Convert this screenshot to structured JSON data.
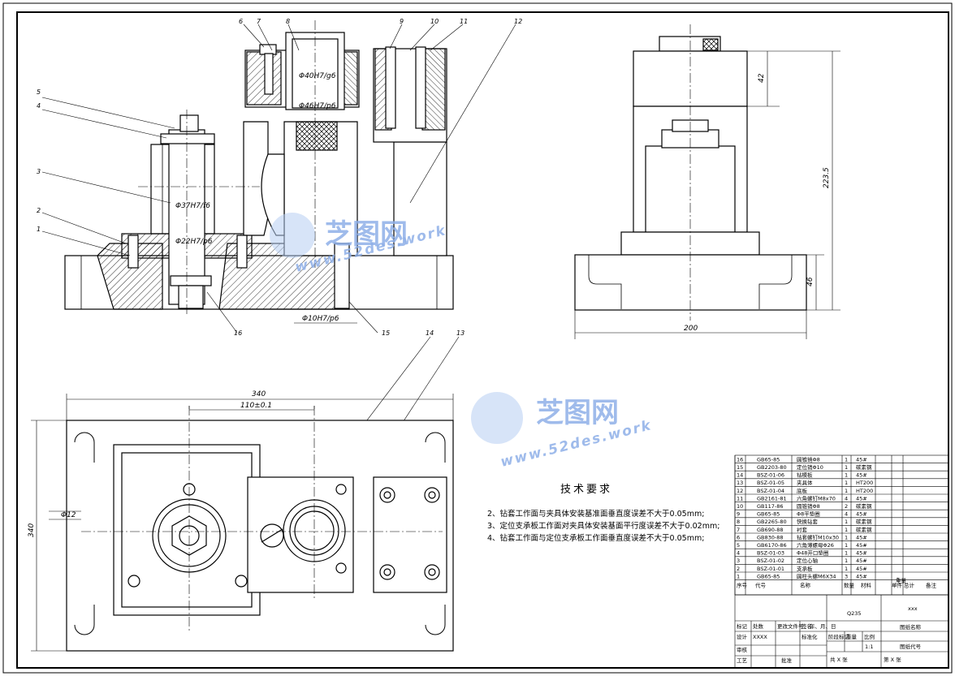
{
  "drawing": {
    "tech_title": "技术要求",
    "tech_lines": [
      "2、钻套工作面与夹具体安装基准面垂直度误差不大于0.05mm;",
      "3、定位支承板工作面对夹具体安装基面平行度误差不大于0.02mm;",
      "4、钻套工作面与定位支承板工作面垂直度误差不大于0.05mm;"
    ],
    "front_dims": [
      "Φ40H7/g6",
      "Φ46H7/p6",
      "Φ37H7/f6",
      "Φ22H7/p6",
      "Φ10H7/p6"
    ],
    "side_dims": [
      "42",
      "223.5",
      "46",
      "200"
    ],
    "plan_dims": [
      "340",
      "110±0.1",
      "340",
      "Φ12"
    ],
    "part_labels": [
      "1",
      "2",
      "3",
      "4",
      "5",
      "6",
      "7",
      "8",
      "9",
      "10",
      "11",
      "12",
      "13",
      "14",
      "15",
      "16"
    ]
  },
  "watermark": {
    "cn": "芝图网",
    "url": "www.52des.work"
  },
  "bom": {
    "rows": [
      [
        "16",
        "GB65-85",
        "圆锥销Φ8",
        "1",
        "45#",
        ""
      ],
      [
        "15",
        "GB2203-80",
        "定位销Φ10",
        "1",
        "碳素钢",
        ""
      ],
      [
        "14",
        "BSZ-01-06",
        "钻模板",
        "1",
        "45#",
        ""
      ],
      [
        "13",
        "BSZ-01-05",
        "夹具体",
        "1",
        "HT200",
        ""
      ],
      [
        "12",
        "BSZ-01-04",
        "底板",
        "1",
        "HT200",
        ""
      ],
      [
        "11",
        "GB2161-81",
        "六角螺钉M8x70",
        "4",
        "45#",
        ""
      ],
      [
        "10",
        "GB117-86",
        "圆锥销Φ8",
        "2",
        "碳素钢",
        ""
      ],
      [
        "9",
        "GB65-85",
        "Φ8平垫圈",
        "4",
        "45#",
        ""
      ],
      [
        "8",
        "GB2265-80",
        "快换钻套",
        "1",
        "碳素钢",
        ""
      ],
      [
        "7",
        "GB690-88",
        "衬套",
        "1",
        "碳素钢",
        ""
      ],
      [
        "6",
        "GB830-88",
        "钻套螺钉M10x30",
        "1",
        "45#",
        ""
      ],
      [
        "5",
        "GB6170-86",
        "六角薄螺母Φ26",
        "1",
        "45#",
        ""
      ],
      [
        "4",
        "BSZ-01-03",
        "Φ48开口垫圈",
        "1",
        "45#",
        ""
      ],
      [
        "3",
        "BSZ-01-02",
        "定位心轴",
        "1",
        "45#",
        ""
      ],
      [
        "2",
        "BSZ-01-01",
        "支承板",
        "1",
        "45#",
        ""
      ],
      [
        "1",
        "GB65-85",
        "圆柱头螺M6X34",
        "3",
        "45#",
        ""
      ]
    ],
    "header": [
      "序号",
      "代号",
      "名称",
      "数量",
      "材料",
      "单件",
      "总计",
      "备注"
    ],
    "header_sub": "重量"
  },
  "title_block": {
    "material": "Q235",
    "company": "xxx",
    "drawing_name": "图纸名称",
    "drawing_code": "图纸代号",
    "scale": "1:1",
    "labels": [
      "标记",
      "处数",
      "更改文件号",
      "签名",
      "年、月、日",
      "设计",
      "XXXX",
      "标准化",
      "阶段标记",
      "重量",
      "比例",
      "审核",
      "工艺",
      "批准"
    ],
    "sheet": "共 X 张",
    "sheet2": "第 X 张"
  }
}
